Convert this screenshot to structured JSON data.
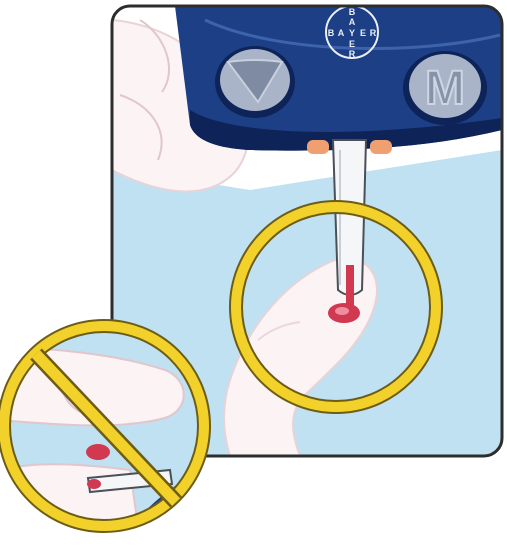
{
  "logo": {
    "letters": [
      "B",
      "A",
      "Y",
      "E",
      "R"
    ]
  },
  "meter": {
    "buttons": [
      {
        "name": "down-button",
        "glyph": ""
      },
      {
        "name": "memory-button",
        "glyph": "M"
      }
    ]
  },
  "colors": {
    "meter_blue": "#1c3f86",
    "meter_blue_dark": "#0e2357",
    "panel_blue": "#bfe1f1",
    "skin": "#fbf3f4",
    "skin_shadow": "#e9d3d8",
    "ring_yellow": "#f2d12a",
    "ring_outline": "#6d5c15",
    "blood": "#d0394f",
    "orange_port": "#f0a070"
  },
  "icons": {
    "prohibited": "no-symbol-icon",
    "correct": "highlight-circle-icon"
  }
}
